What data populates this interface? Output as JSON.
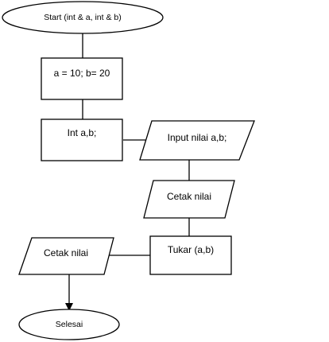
{
  "flowchart": {
    "start": "Start (int & a, int & b)",
    "assign": "a = 10; b= 20",
    "declare": "Int a,b;",
    "input": "Input nilai a,b;",
    "print_before": "Cetak nilai",
    "swap": "Tukar (a,b)",
    "print_after": "Cetak nilai",
    "end": "Selesai"
  }
}
